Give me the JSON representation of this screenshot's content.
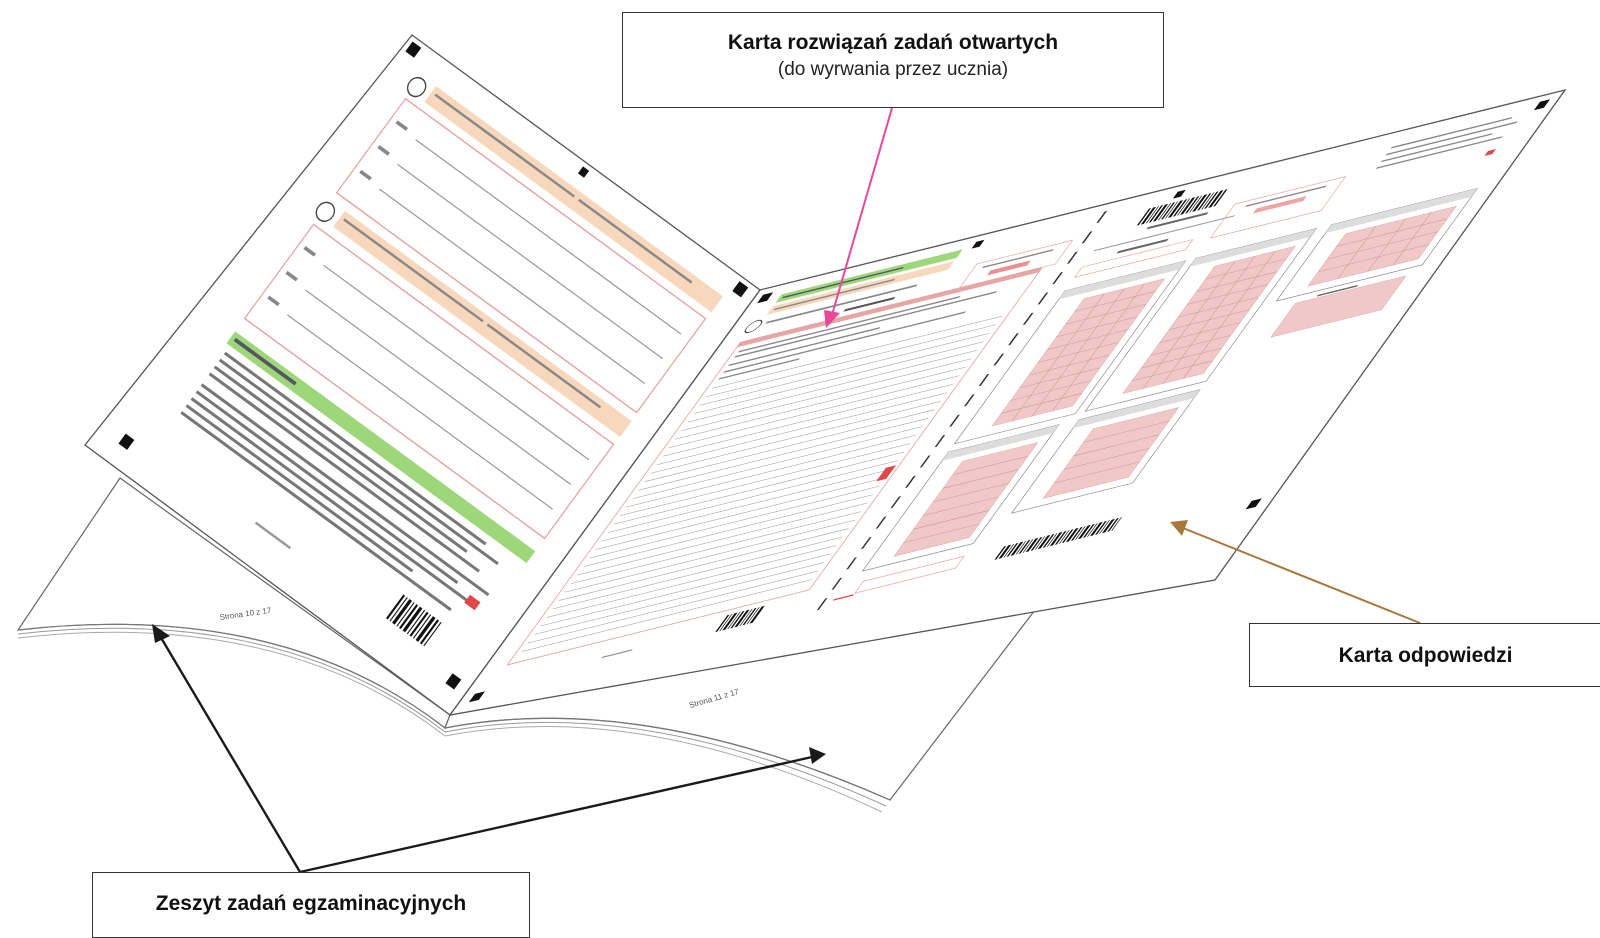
{
  "callouts": {
    "open_tasks_sheet": {
      "title": "Karta rozwiązań zadań otwartych",
      "subtitle": "(do wyrwania przez ucznia)",
      "arrow_color": "#e8489a"
    },
    "answer_sheet": {
      "title": "Karta odpowiedzi",
      "arrow_color": "#a8793a"
    },
    "exam_booklet": {
      "title": "Zeszyt zadań egzaminacyjnych",
      "arrow_color": "#1a1a1a"
    }
  },
  "pages": {
    "left_back_page": "Strona 10 z 17",
    "right_back_page": "Strona 11 z 17"
  },
  "colors": {
    "highlight_green": "#9ed77a",
    "highlight_peach": "#f7d8bd",
    "form_pink": "#e6a6a6",
    "marker_red": "#e04848"
  }
}
